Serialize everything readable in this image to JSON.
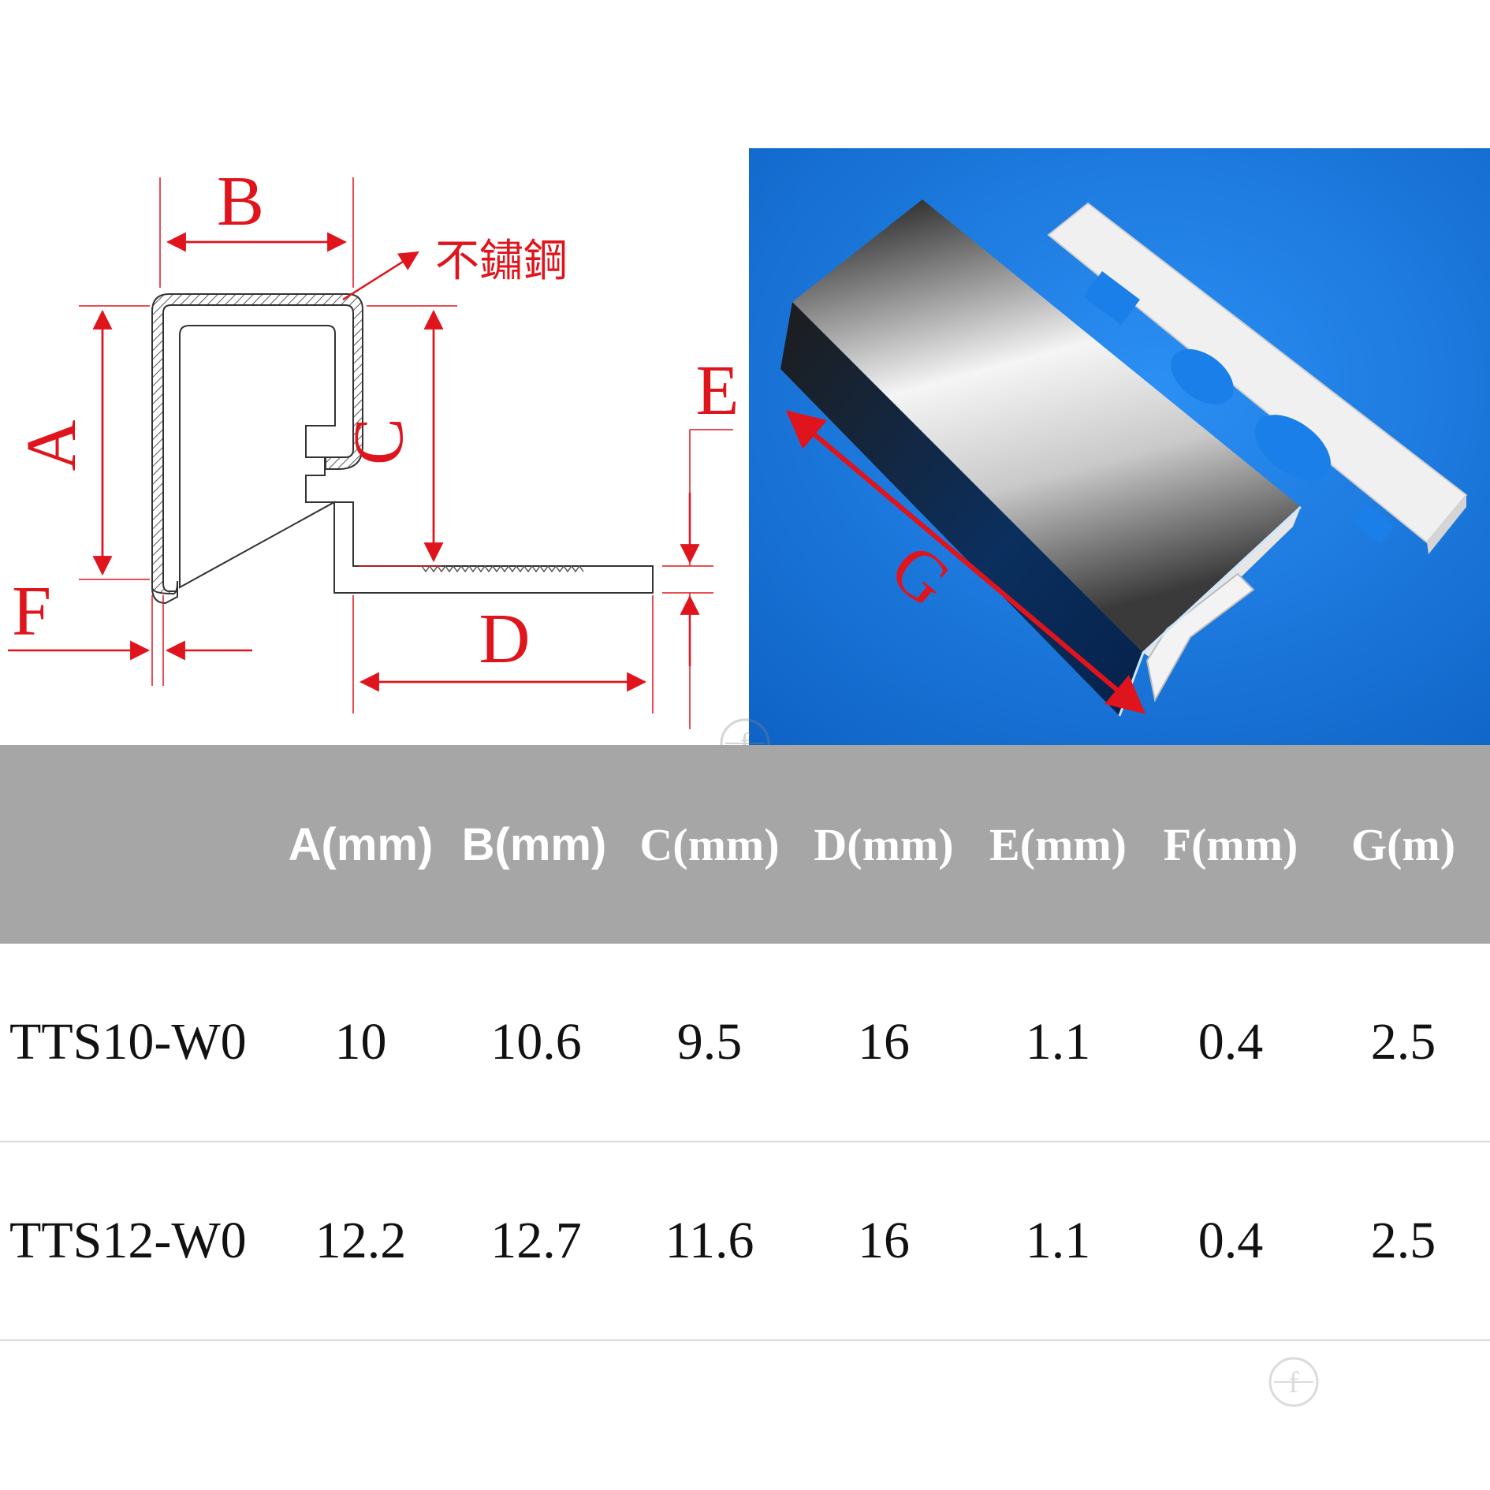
{
  "diagram": {
    "labels": {
      "A": "A",
      "B": "B",
      "C": "C",
      "D": "D",
      "E": "E",
      "F": "F"
    },
    "material_label": "不鏽鋼"
  },
  "photo": {
    "length_label": "G",
    "background_color": "#1a7fe8",
    "profile_color": "#2a2a2a",
    "base_color": "#f1f1f1"
  },
  "colors": {
    "dimension_red": "#e0141c",
    "header_gray": "#a6a6a6",
    "header_text": "#ffffff"
  },
  "table": {
    "headers": [
      "",
      "A(mm)",
      "B(mm)",
      "C(mm)",
      "D(mm)",
      "E(mm)",
      "F(mm)",
      "G(m)"
    ],
    "rows": [
      [
        "TTS10-W0",
        "10",
        "10.6",
        "9.5",
        "16",
        "1.1",
        "0.4",
        "2.5"
      ],
      [
        "TTS12-W0",
        "12.2",
        "12.7",
        "11.6",
        "16",
        "1.1",
        "0.4",
        "2.5"
      ]
    ]
  },
  "watermark_icon": "logo-circle-icon"
}
